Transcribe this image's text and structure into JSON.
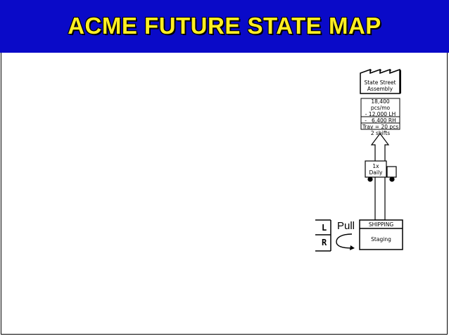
{
  "title": "ACME FUTURE STATE MAP",
  "customer": {
    "label_line1": "State Street",
    "label_line2": "Assembly"
  },
  "data_box": {
    "line1": "18,400 pcs/mo",
    "line2": "- 12,000 LH",
    "line3": "-   6,400 RH",
    "line4": "Tray = 20 pcs",
    "line5": "2 shifts"
  },
  "truck": {
    "line1": "1x",
    "line2": "Daily"
  },
  "shipping": {
    "header": "SHIPPING",
    "body": "Staging"
  },
  "pull_label": "Pull",
  "kanban_left": "L",
  "kanban_right": "R"
}
